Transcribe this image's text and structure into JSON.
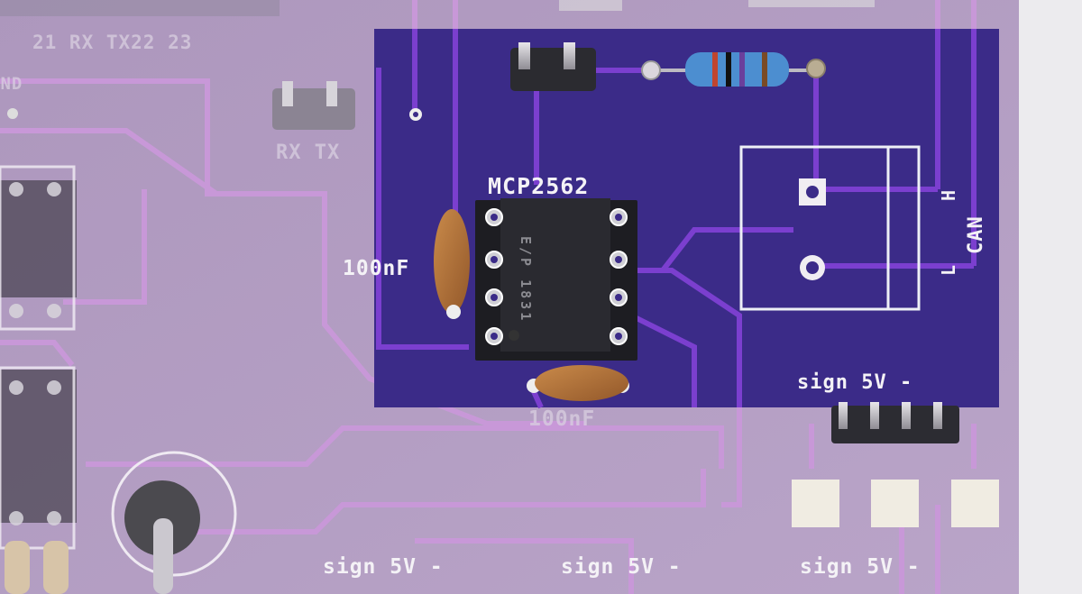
{
  "silkscreen": {
    "ic_label": "MCP2562",
    "cap_label_left": "100nF",
    "cap_label_bottom": "100nF",
    "header_rx_tx_numbers": "21 RX TX22 23",
    "gnd_label": "GND",
    "rx_tx_label": "RX  TX",
    "sign_top": "sign 5V -",
    "sign_bottom_1": "sign 5V -",
    "sign_bottom_2": "sign 5V -",
    "sign_bottom_3": "sign 5V -",
    "can_label": "CAN",
    "can_h": "H",
    "can_l": "L"
  },
  "chip_marking": "E/P 1831",
  "colors": {
    "board_light": "#b7a2c4",
    "board_dark": "#3a2a86",
    "trace_light": "#c99ad8",
    "trace_dark": "#7d3fd0",
    "silkscreen": "#f4f2f6",
    "chip": "#1e1e22",
    "capacitor": "#b8753a"
  },
  "icons": [
    "resistor-icon",
    "capacitor-icon",
    "dip-ic-icon",
    "pin-header-icon"
  ]
}
